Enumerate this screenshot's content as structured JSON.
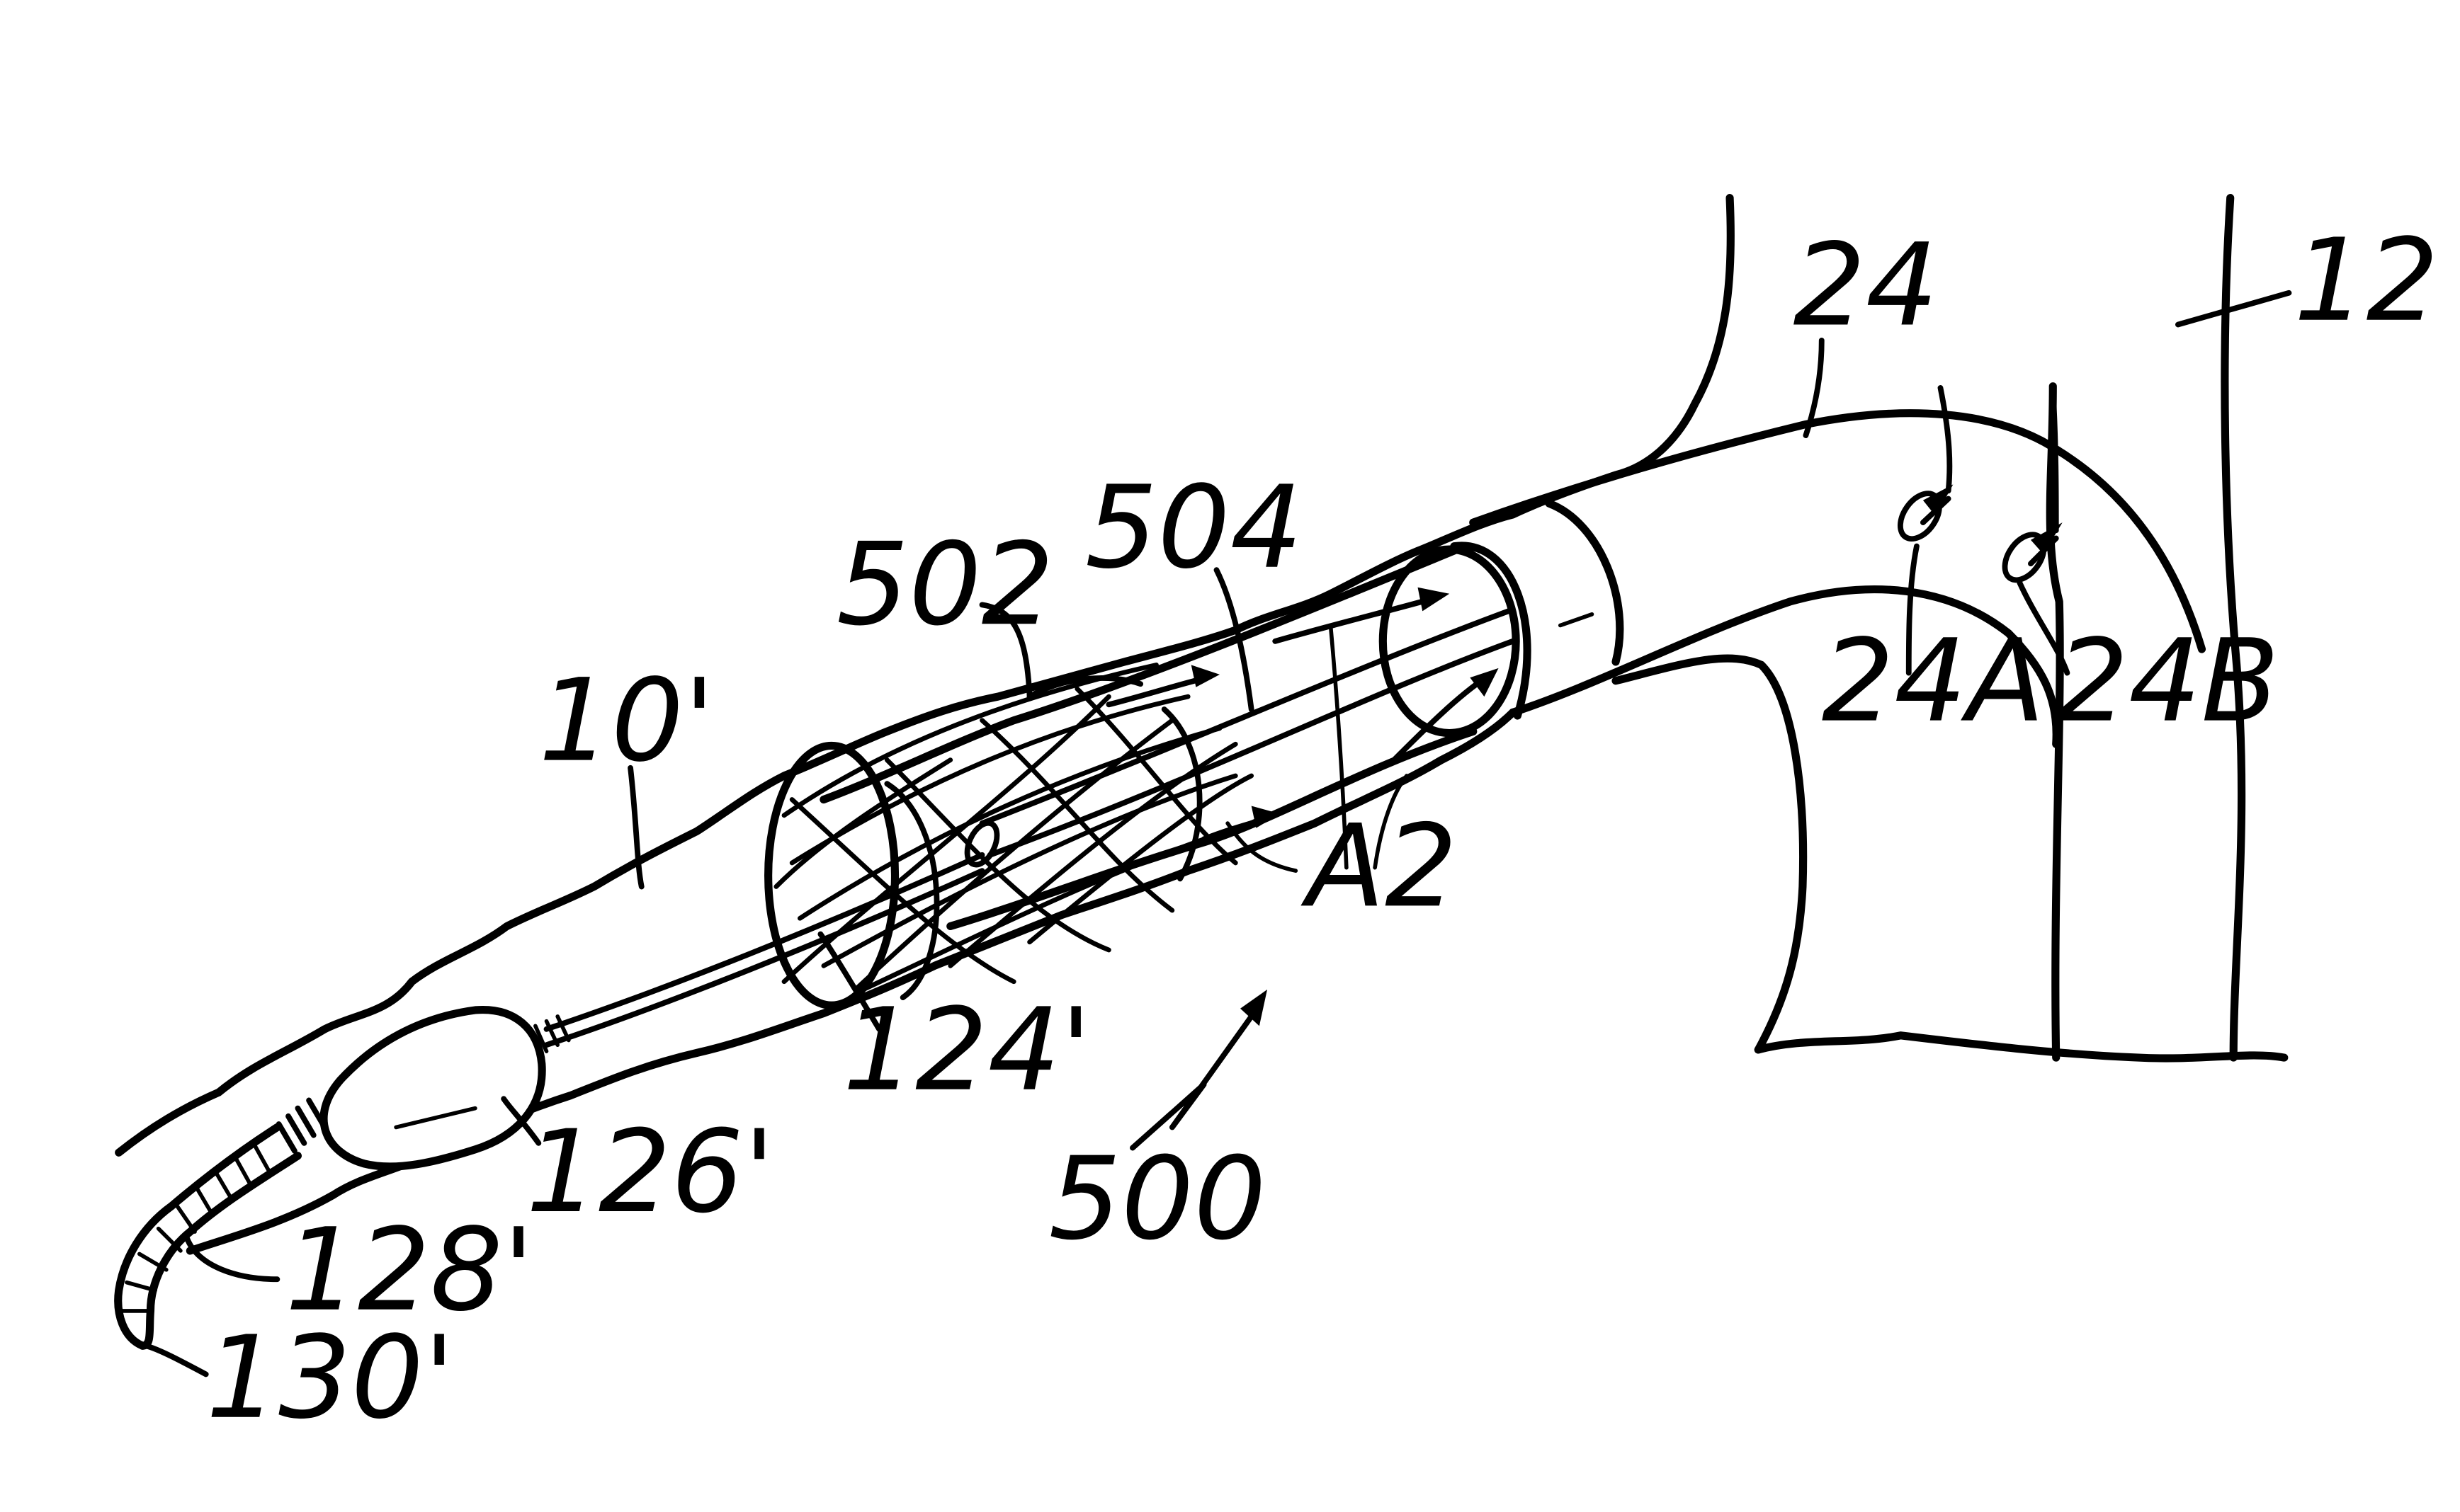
{
  "labels": {
    "l12": "12",
    "l24": "24",
    "l24A": "24A",
    "l24B": "24B",
    "l504": "504",
    "l502": "502",
    "l10": "10'",
    "lA2": "A2",
    "l124": "124'",
    "l126": "126'",
    "l128": "128'",
    "l130": "130'",
    "l500": "500"
  }
}
